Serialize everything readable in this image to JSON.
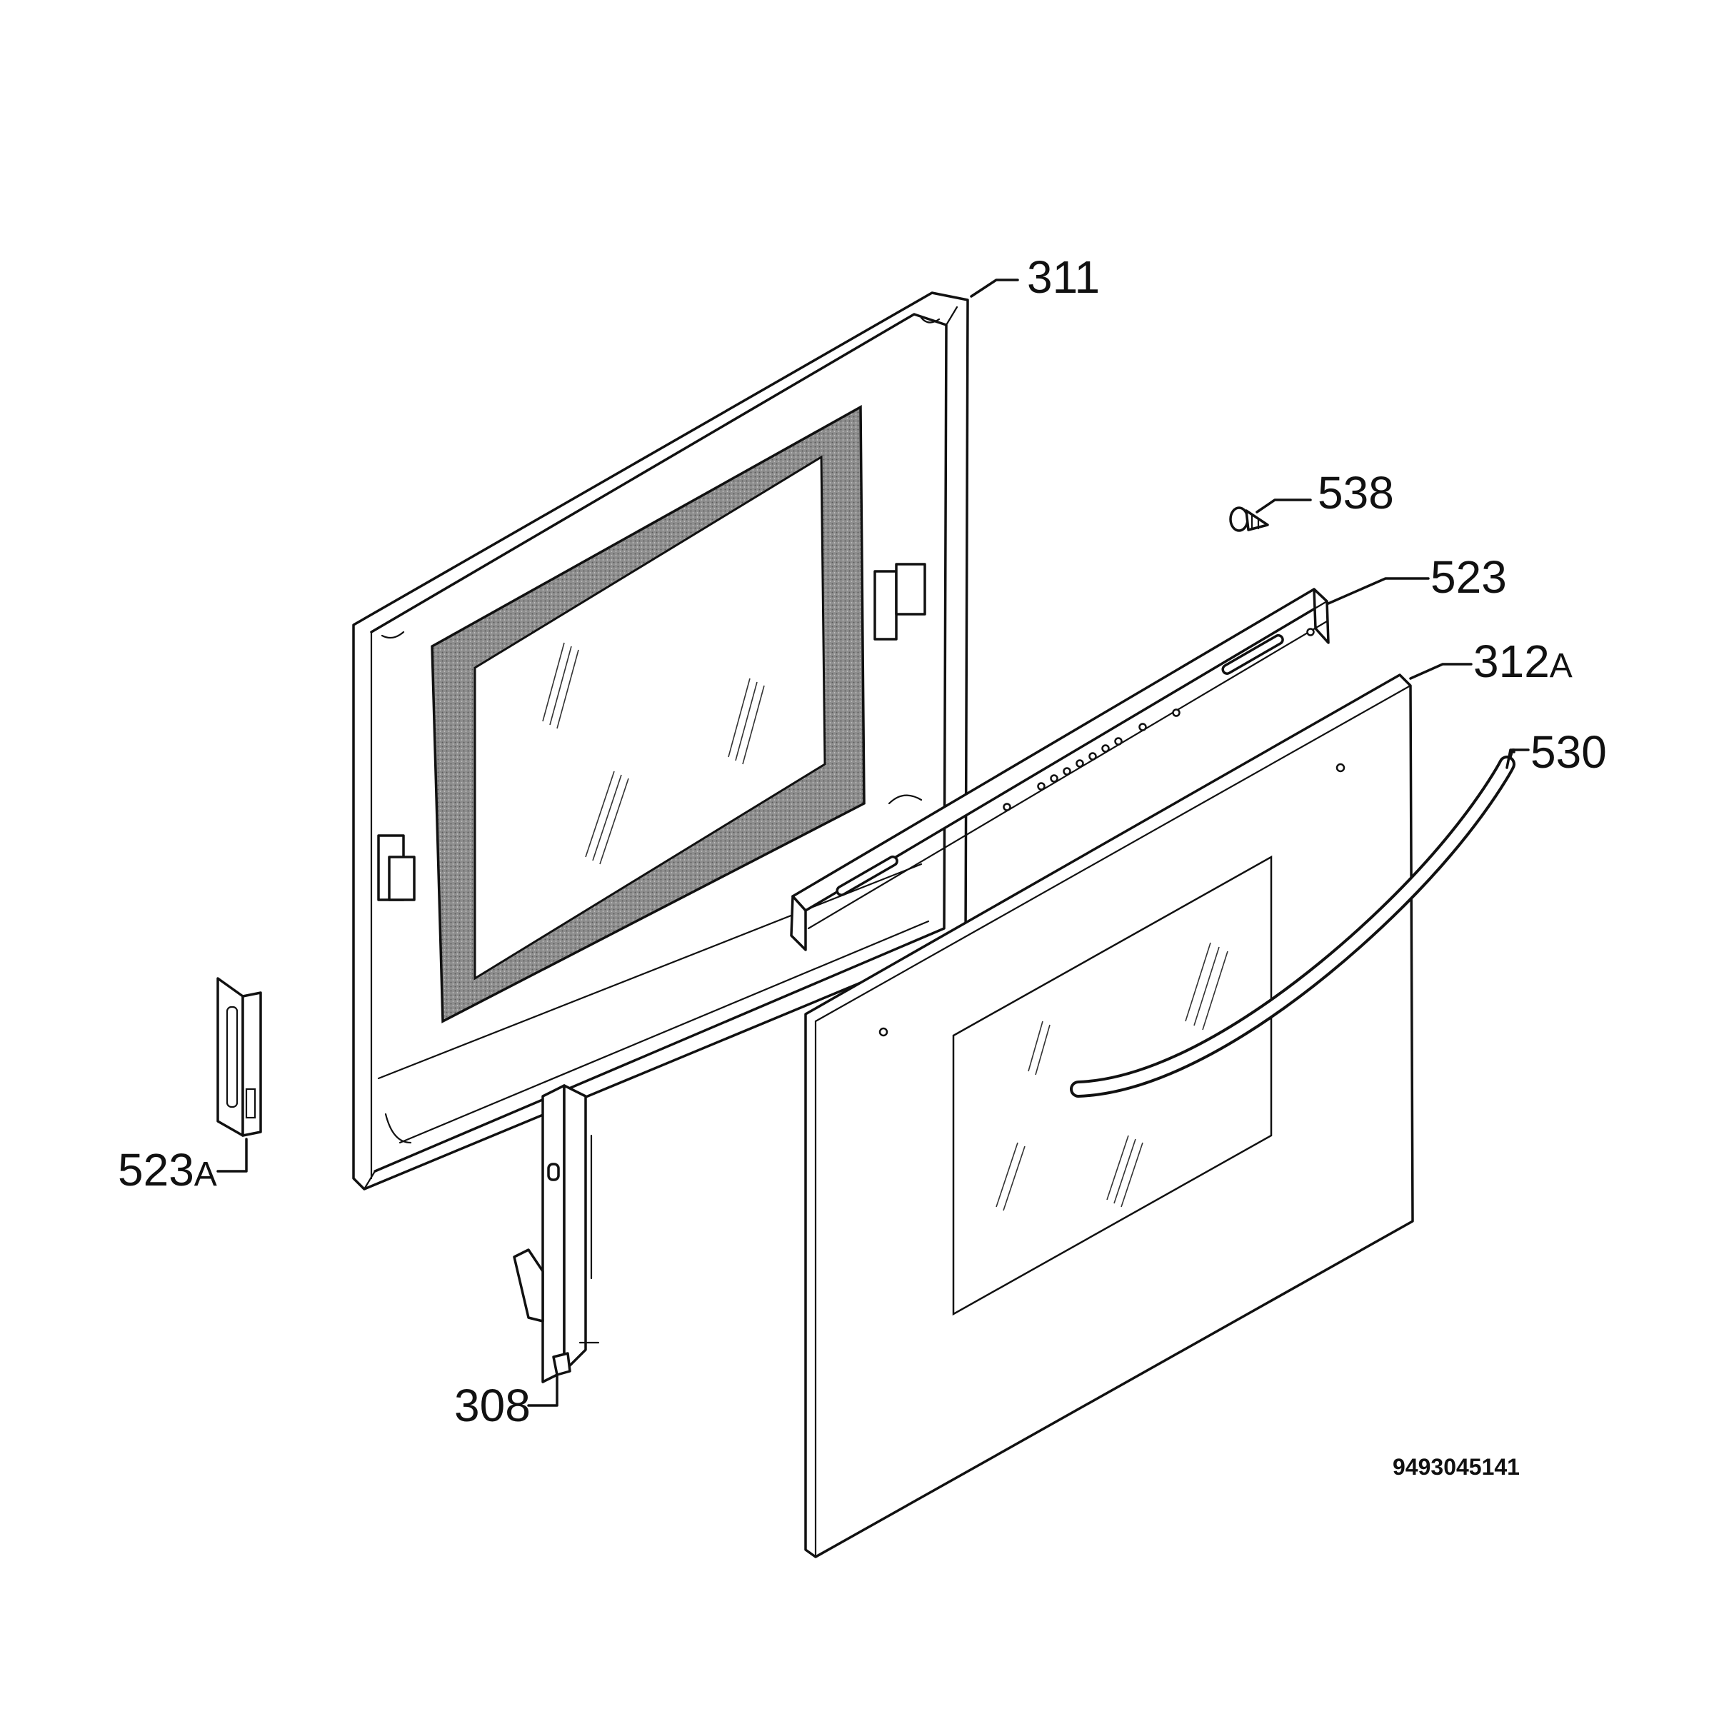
{
  "callouts": {
    "c311": "311",
    "c538": "538",
    "c523": "523",
    "c312": "312",
    "c312_suffix": "A",
    "c530": "530",
    "c523a": "523",
    "c523a_suffix": "A",
    "c308": "308"
  },
  "document_number": "9493045141",
  "colors": {
    "line": "#111111",
    "gasket_fill": "#9a9a9a",
    "background": "#ffffff"
  }
}
